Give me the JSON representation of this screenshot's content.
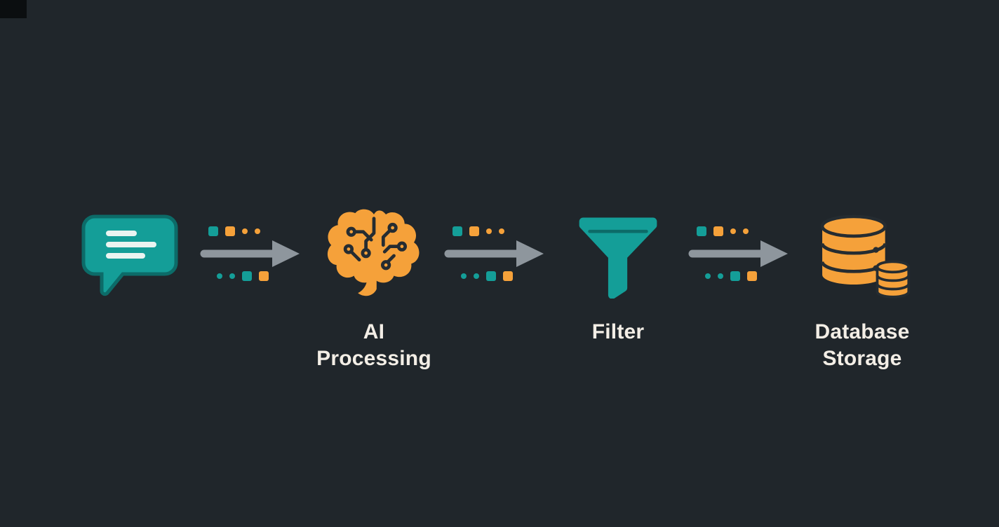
{
  "colors": {
    "background": "#20262b",
    "teal": "#149e98",
    "teal-dark": "#0c6b68",
    "orange": "#f5a13a",
    "arrow": "#8e969d",
    "line-dark": "#252c31",
    "text": "#f3eee6"
  },
  "stages": [
    {
      "name": "chat-input",
      "label": "",
      "icon": "chat-bubble-icon",
      "color": "#149e98"
    },
    {
      "name": "ai-processing",
      "label": "AI Processing",
      "icon": "brain-circuit-icon",
      "color": "#f5a13a"
    },
    {
      "name": "filter",
      "label": "Filter",
      "icon": "funnel-icon",
      "color": "#149e98"
    },
    {
      "name": "database-storage",
      "label": "Database Storage",
      "icon": "database-icon",
      "color": "#f5a13a"
    }
  ],
  "flow": {
    "arrow": "right-arrow",
    "dots_top": [
      {
        "shape": "square",
        "color": "teal"
      },
      {
        "shape": "square",
        "color": "orange"
      },
      {
        "shape": "circle",
        "color": "orange"
      },
      {
        "shape": "circle",
        "color": "orange"
      }
    ],
    "dots_bottom": [
      {
        "shape": "circle",
        "color": "teal"
      },
      {
        "shape": "circle",
        "color": "teal"
      },
      {
        "shape": "square",
        "color": "teal"
      },
      {
        "shape": "square",
        "color": "orange"
      }
    ]
  }
}
